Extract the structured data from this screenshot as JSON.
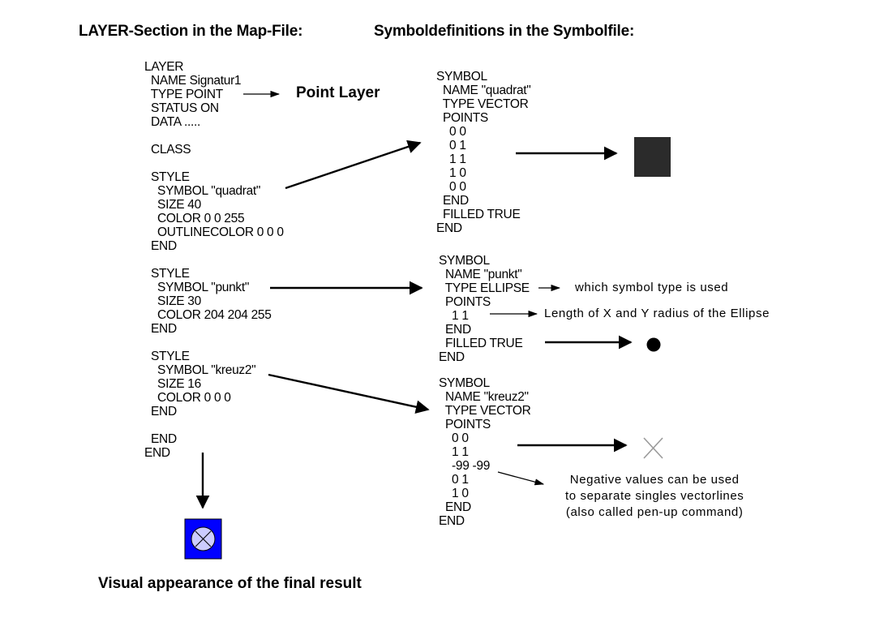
{
  "headings": {
    "layer_section": "LAYER-Section in the Map-File:",
    "symbol_defs": "Symboldefinitions in the Symbolfile:"
  },
  "layer_code": [
    "LAYER",
    "  NAME Signatur1",
    "  TYPE POINT",
    "  STATUS ON",
    "  DATA .....",
    "",
    "  CLASS",
    "",
    "  STYLE",
    "    SYMBOL \"quadrat\"",
    "    SIZE 40",
    "    COLOR 0 0 255",
    "    OUTLINECOLOR 0 0 0",
    "  END",
    "",
    "  STYLE",
    "    SYMBOL \"punkt\"",
    "    SIZE 30",
    "    COLOR 204 204 255",
    "  END",
    "",
    "  STYLE",
    "    SYMBOL \"kreuz2\"",
    "    SIZE 16",
    "    COLOR 0 0 0",
    "  END",
    "",
    "  END",
    "END"
  ],
  "symbol_quadrat": [
    "SYMBOL",
    "  NAME \"quadrat\"",
    "  TYPE VECTOR",
    "  POINTS",
    "    0 0",
    "    0 1",
    "    1 1",
    "    1 0",
    "    0 0",
    "  END",
    "  FILLED TRUE",
    "END"
  ],
  "symbol_punkt": [
    "SYMBOL",
    "  NAME \"punkt\"",
    "  TYPE ELLIPSE",
    "  POINTS",
    "    1 1",
    "  END",
    "  FILLED TRUE",
    "END"
  ],
  "symbol_kreuz": [
    "SYMBOL",
    "  NAME \"kreuz2\"",
    "  TYPE VECTOR",
    "  POINTS",
    "    0 0",
    "    1 1",
    "    -99 -99",
    "    0 1",
    "    1 0",
    "  END",
    "END"
  ],
  "labels": {
    "point_layer": "Point Layer",
    "symbol_type_note": "which symbol type is used",
    "radius_note": "Length of X and Y radius of the Ellipse",
    "negative_note": [
      "Negative values can be used",
      "to separate singles vectorlines",
      "(also called pen-up command)"
    ],
    "final_result": "Visual appearance of the final result"
  },
  "colors": {
    "square_fill": "#2b2b2b",
    "final_fill": "#0000ff",
    "final_circle": "#ccccff",
    "dot": "#000000",
    "cross": "#9a9a9a"
  }
}
